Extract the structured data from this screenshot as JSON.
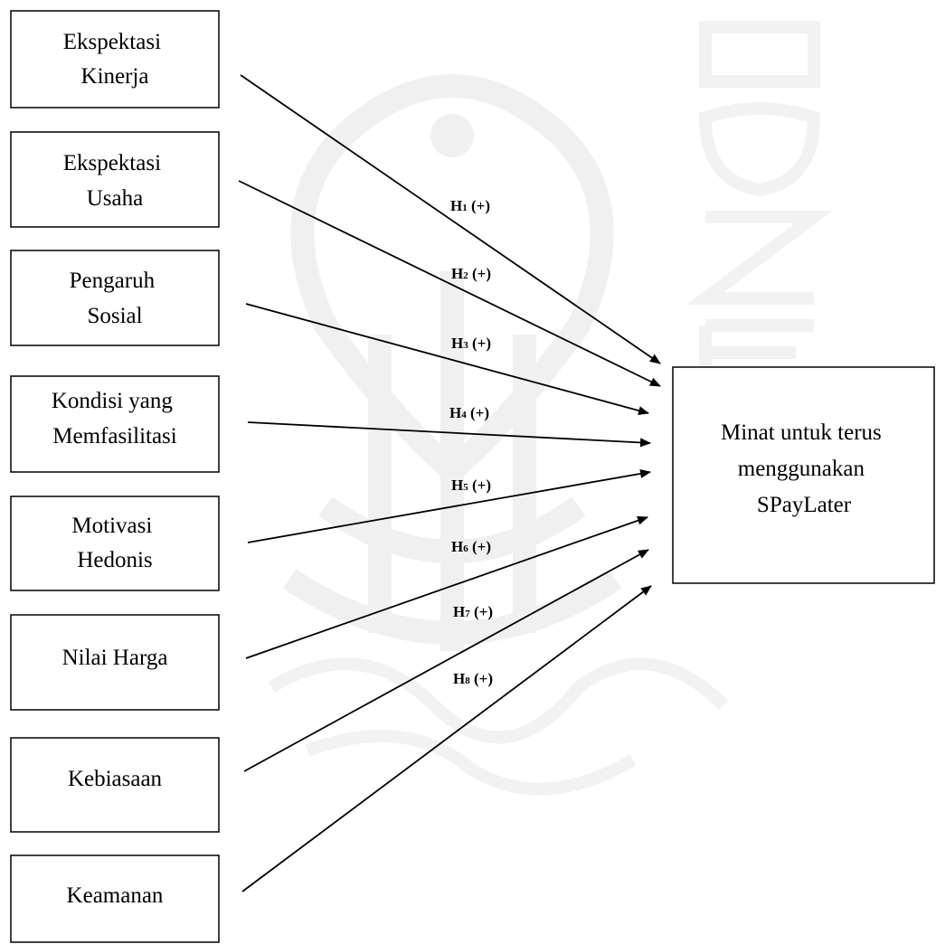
{
  "diagram": {
    "constructs": [
      {
        "id": "ekspektasi-kinerja",
        "lines": [
          "Ekspektasi",
          "Kinerja"
        ]
      },
      {
        "id": "ekspektasi-usaha",
        "lines": [
          "Ekspektasi",
          "Usaha"
        ]
      },
      {
        "id": "pengaruh-sosial",
        "lines": [
          "Pengaruh",
          "Sosial"
        ]
      },
      {
        "id": "kondisi-yang-memfasilitasi",
        "lines": [
          "Kondisi yang",
          "Memfasilitasi"
        ]
      },
      {
        "id": "motivasi-hedonis",
        "lines": [
          "Motivasi",
          "Hedonis"
        ]
      },
      {
        "id": "nilai-harga",
        "lines": [
          "Nilai Harga"
        ]
      },
      {
        "id": "kebiasaan",
        "lines": [
          "Kebiasaan"
        ]
      },
      {
        "id": "keamanan",
        "lines": [
          "Keamanan"
        ]
      }
    ],
    "target": {
      "id": "minat",
      "lines": [
        "Minat untuk terus",
        "menggunakan",
        "SPayLater"
      ]
    },
    "hypotheses": [
      {
        "base": "H",
        "sub": "1",
        "sign": " (+)"
      },
      {
        "base": "H",
        "sub": "2",
        "sign": " (+)"
      },
      {
        "base": "H",
        "sub": "3",
        "sign": " (+)"
      },
      {
        "base": "H",
        "sub": "4",
        "sign": " (+)"
      },
      {
        "base": "H",
        "sub": "5",
        "sign": " (+)"
      },
      {
        "base": "H",
        "sub": "6",
        "sign": " (+)"
      },
      {
        "base": "H",
        "sub": "7",
        "sign": " (+)"
      },
      {
        "base": "H",
        "sub": "8",
        "sign": " (+)"
      }
    ],
    "colors": {
      "stroke": "#000000",
      "watermark": "#f1f1f1"
    }
  }
}
